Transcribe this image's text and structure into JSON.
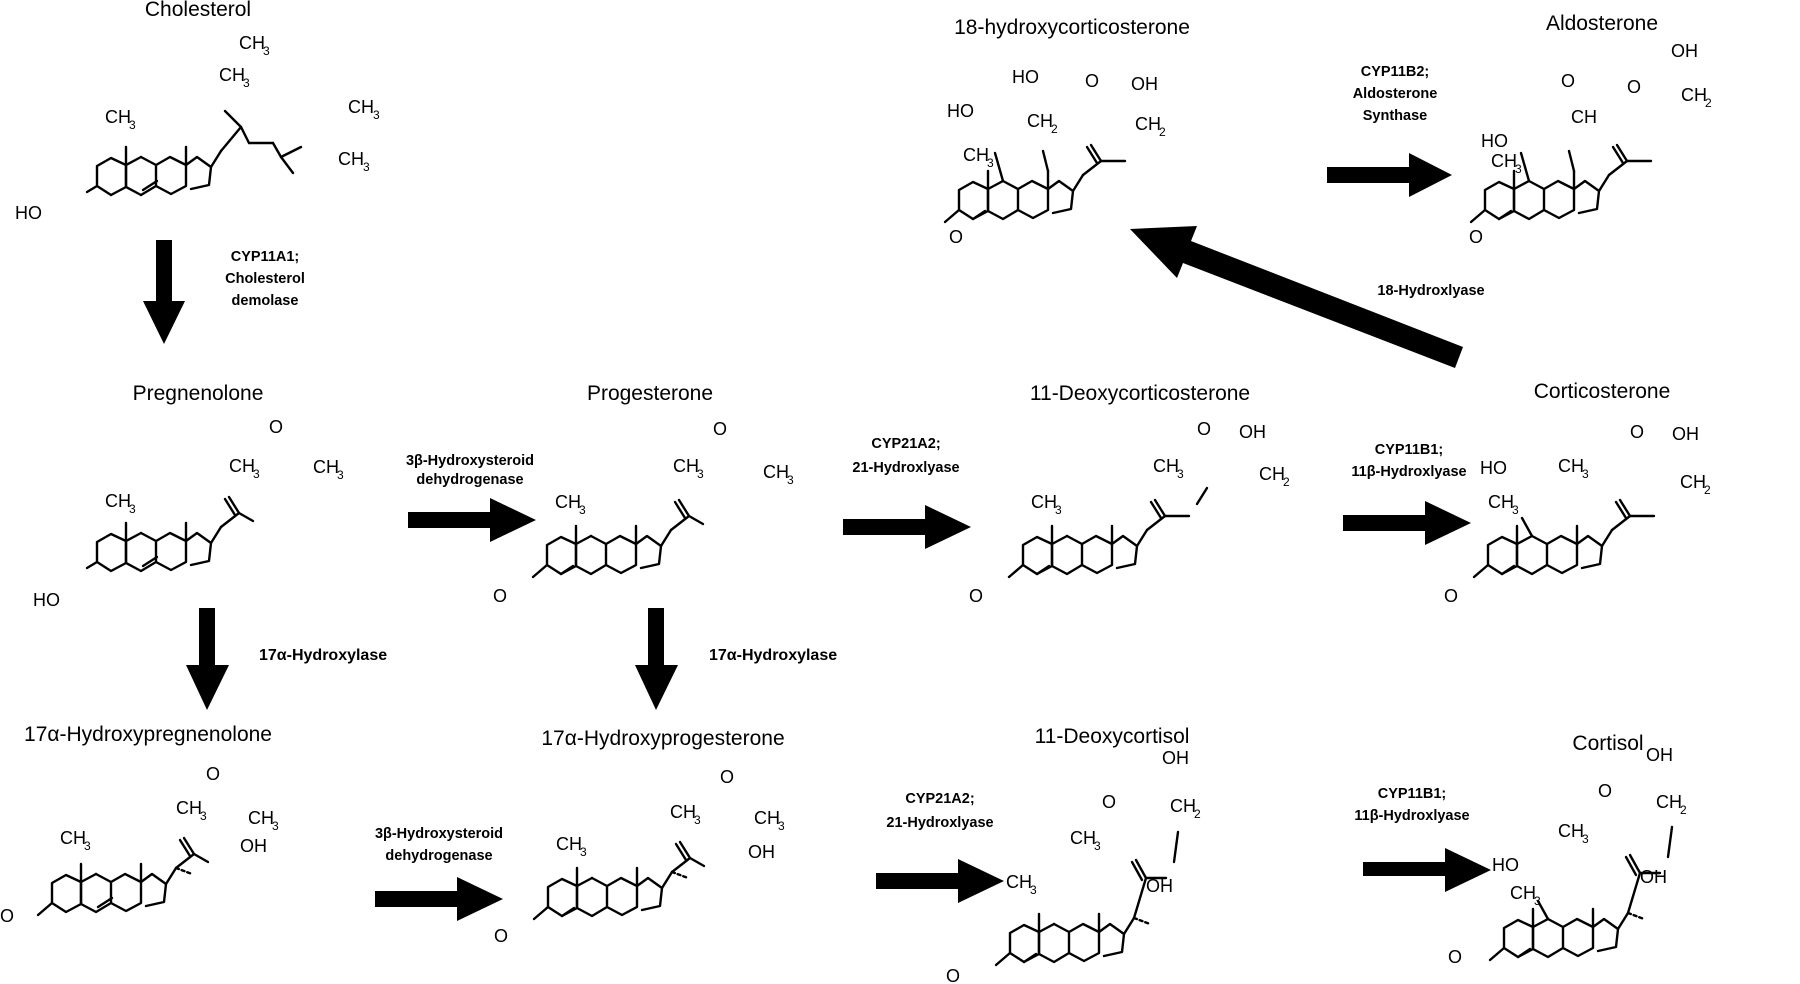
{
  "compounds": {
    "cholesterol": "Cholesterol",
    "pregnenolone": "Pregnenolone",
    "progesterone": "Progesterone",
    "deoxycorticosterone": "11-Deoxycorticosterone",
    "corticosterone": "Corticosterone",
    "hydroxycorticosterone": "18-hydroxycorticosterone",
    "aldosterone": "Aldosterone",
    "hydroxypregnenolone": "17α-Hydroxypregnenolone",
    "hydroxyprogesterone": "17α-Hydroxyprogesterone",
    "deoxycortisol": "11-Deoxycortisol",
    "cortisol": "Cortisol"
  },
  "enzymes": {
    "cyp11a1": [
      "CYP11A1;",
      "Cholesterol",
      "demolase"
    ],
    "hsd_top": [
      "3β-Hydroxysteroid",
      "dehydrogenase"
    ],
    "cyp21_top": [
      "CYP21A2;",
      "21-Hydroxlyase"
    ],
    "cyp11b1_top": [
      "CYP11B1;",
      "11β-Hydroxlyase"
    ],
    "hydroxylase18": [
      "18-Hydroxlyase"
    ],
    "cyp11b2": [
      "CYP11B2;",
      "Aldosterone",
      "Synthase"
    ],
    "alpha17_left": [
      "17α-Hydroxylase"
    ],
    "alpha17_mid": [
      "17α-Hydroxylase"
    ],
    "hsd_bottom": [
      "3β-Hydroxysteroid",
      "dehydrogenase"
    ],
    "cyp21_bottom": [
      "CYP21A2;",
      "21-Hydroxlyase"
    ],
    "cyp11b1_bottom": [
      "CYP11B1;",
      "11β-Hydroxlyase"
    ]
  },
  "atoms": {
    "ho": "HO",
    "oh": "OH",
    "o": "O",
    "c": "C",
    "ch": "CH",
    "h": "H",
    "ch3": "CH",
    "ch2": "CH",
    "three": "3",
    "two": "2"
  },
  "colors": {
    "ink": "#000000",
    "background": "#ffffff"
  }
}
